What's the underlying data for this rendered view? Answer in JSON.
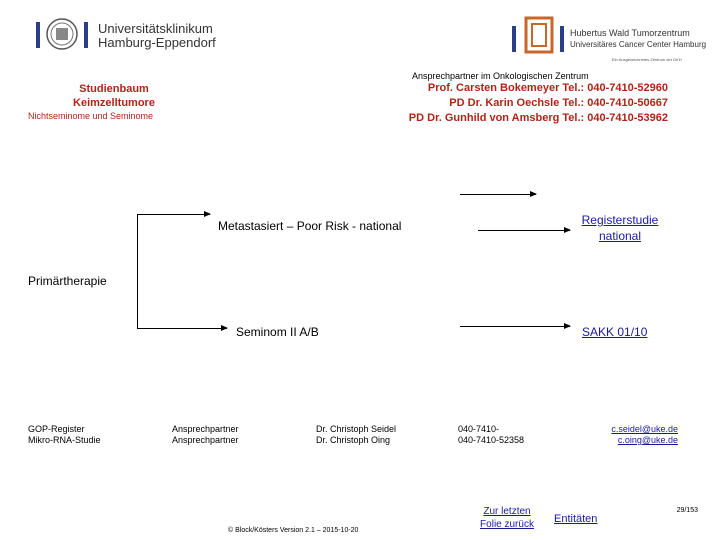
{
  "header": {
    "left_logo": {
      "line1": "Universitätsklinikum",
      "line2": "Hamburg-Eppendorf"
    },
    "right_logo": {
      "line1": "Hubertus Wald Tumorzentrum",
      "line2": "Universitäres Cancer Center Hamburg",
      "tagline": "Ein Ausgezeichnetes Zentrum der DKH"
    },
    "contact_label": "Ansprechpartner im Onkologischen Zentrum",
    "contacts": [
      "Prof. Carsten Bokemeyer Tel.: 040-7410-52960",
      "PD Dr. Karin Oechsle Tel.: 040-7410-50667",
      "PD Dr. Gunhild von Amsberg Tel.: 040-7410-53962"
    ],
    "tree_title_1": "Studienbaum",
    "tree_title_2": "Keimzelltumore",
    "tree_subtitle": "Nichtseminome und Seminome"
  },
  "diagram": {
    "root": "Primärtherapie",
    "branch_top": "Metastasiert – Poor Risk - national",
    "branch_bottom": "Seminom II A/B",
    "target_top": [
      "Registerstudie",
      "national"
    ],
    "target_bottom": "SAKK 01/10"
  },
  "contacts_table": {
    "col1": [
      "GOP-Register",
      "Mikro-RNA-Studie"
    ],
    "col2": [
      "Ansprechpartner",
      "Ansprechpartner"
    ],
    "col3": [
      "Dr. Christoph Seidel",
      "Dr. Christoph Oing"
    ],
    "col4": [
      "040-7410-",
      "040-7410-52358"
    ],
    "col5": [
      "c.seidel@uke.de",
      "c.oing@uke.de"
    ]
  },
  "footer": {
    "back_link": [
      "Zur letzten",
      "Folie zurück"
    ],
    "entities_link": "Entitäten",
    "page": "29/153",
    "copyright": "© Block/Kösters Version 2.1 – 2015-10-20"
  }
}
